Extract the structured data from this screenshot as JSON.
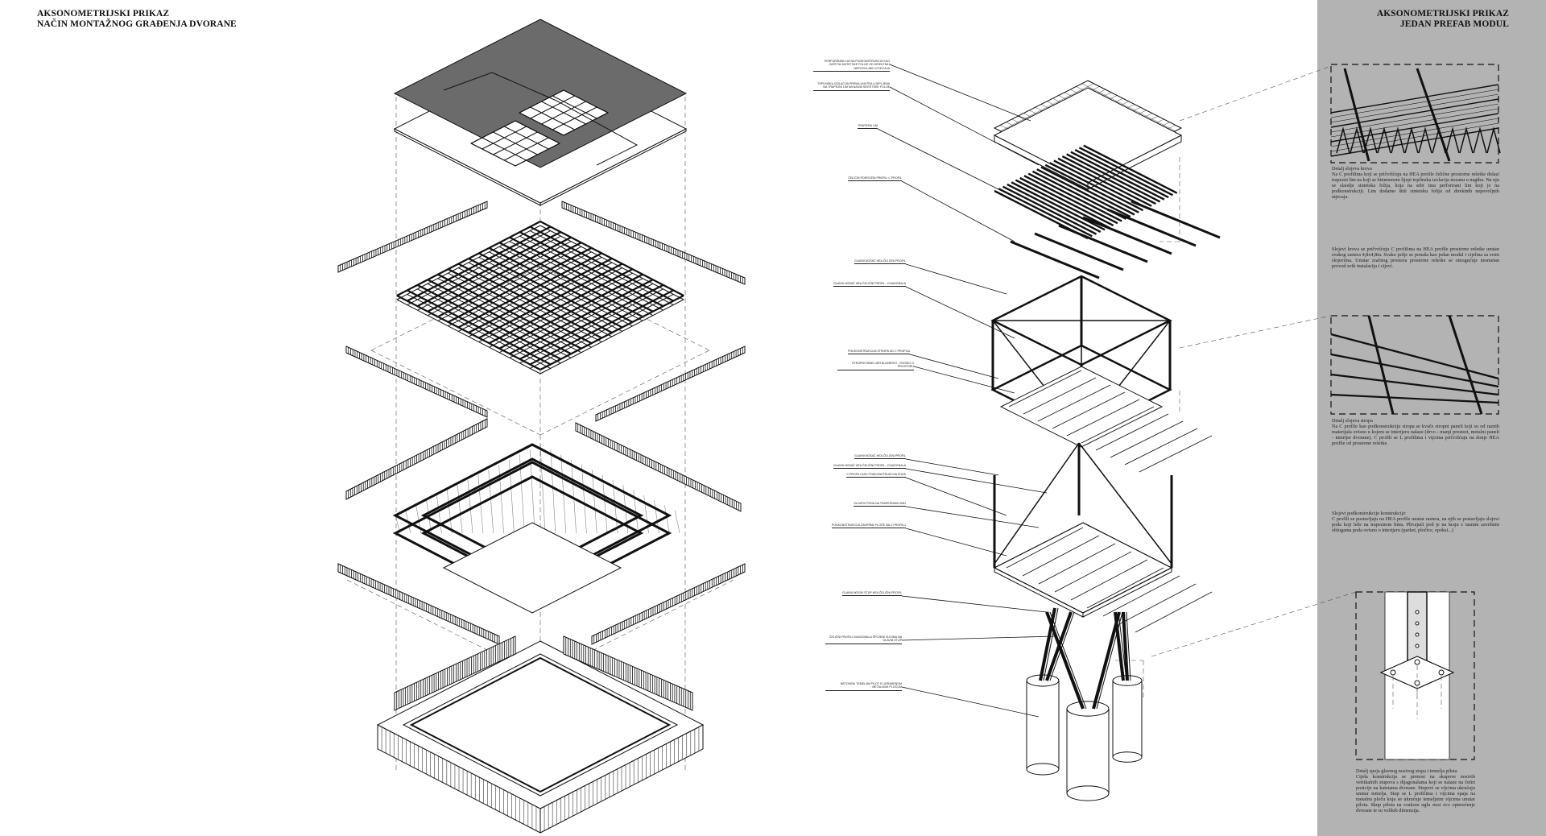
{
  "left_sheet": {
    "title_line1": "AKSONOMETRIJSKI PRIKAZ",
    "title_line2": "NAČIN MONTAŽNOG GRAĐENJA DVORANE"
  },
  "right_panel": {
    "title_line1": "AKSONOMETRIJSKI PRIKAZ",
    "title_line2": "JEDAN PREFAB MODUL",
    "notes": [
      {
        "heading": "Detalj slojeva krova",
        "body": "Na C profilima koji se pričvršćuju na HEA profile čelične prostorne rešetke dolazi trapezni lim na koji se bitumenom lijepi toplinska izolacija nozanu u nagibu. Na nju se slaodje sintetska folija, koja na sebi ima perforirani lim koji je na podkonstrukciji. Lim dodatno štiti sintetsku foliju od direktnih nepovoljnih utjecaja."
      },
      {
        "heading": "",
        "body": "Slojevi krova se pričvršćuju C profilima na HEA profile prostorne rešetke unutar svakog rastera 4,8x4,8m. Svako polje se ponaša kao jedan modul i cijelina sa svim slojevima. Unutar zračnog prostora prostorne rešetke se omogućuje nesmetan provod svih instalacija i cijevi."
      },
      {
        "heading": "Detalj slojeva stropa",
        "body": "Na C profile kao podkonstrukciju stropa se kvače stropni paneli koji su od raznih materijala ovisno u kojem se interijeru nalaze (drvo - manji prostori, metalni paneli - interijer dvorane). C profili se L profilima i vijcima pričvršćuju na donje HEA profile od prostorne rešetke."
      },
      {
        "heading": "Slojevi podkonstrukcije konstrukcije:",
        "body": "C profili se postavljaju na HEA profile unutar rastera, na njih se postavljaju slojevi poda koji leže na trapeznom limu. Plivajući pod je na kraju s raznim završnim oblogama poda ovisno o interijeru (parket, pločice, epoksi...)"
      },
      {
        "heading": "Detalj spoja glavnog nosivog stupa i temelja pilota",
        "body": "Cijela konstrukcija se prenosi na skupove nosivih vertikalnih stupova s dijagonalama koji se nalaze na četiri pozicije na katetama dvorane. Stupovi se vijcima ukrućuju unutar temelja. Stup se L profilima i vijcima spaja na metalnu ploču koja se ukrućuje temeljnim vijcima unutar pilota. Skup pilota na svakom uglu nosi svo opterećenje dvorane te su velikih dimenzija."
      }
    ]
  },
  "module_labels": [
    "PERFORIRANI LIM NA PODKONSTRUKCIJI KAO ZAŠTITA SINTETSKE FOLIJE OD DIREKTNIH NEPOVOLJNIH UTJECAJA",
    "TOPLINSKA IZOLACIJA PREMA UNUTRA LIJEPLJENA NA TRAPEZNI LIM NA NAGIB SINTETSKE FOLIJE",
    "TRAPEZNI LIM",
    "ČELIČNI PODROŽNI PROFILI C PROFIL",
    "GLAVNI NOSAČ HEA ČELIČNI PROFIL",
    "GLAVNI NOSAČ HEA ČELIČNI PROFIL - DIJAGONALA",
    "PODKONSTRUKCIJA STROPA OD C PROFILA",
    "STROPNI PANEL METALNI/DRVO - OVISNO O PROSTORU",
    "GLAVNI NOSAČ HEA ČELIČNI PROFIL",
    "GLAVNI NOSAČ HEA ČELIČNI PROFIL - DIJAGONALA",
    "C PROFILI KAO PODKONSTRUKCIJA PODA",
    "SLOJEVI PODA NA TRAPEZNOM LIMU",
    "PODKONSTRUKCIJA ZAVRŠNE PLOČE NA C PROFILU",
    "GLAVNI NOSIVI STUP HEA ČELIČNI PROFIL",
    "ČELIČNI PROFILI DIJAGONALA SPOJENI VIJCIMA NA GLAVNI STUP",
    "BETONSKI TEMELJNI PILOT S UGRAĐENOM METALNOM PLOČOM"
  ],
  "colors": {
    "panel": "#b3b3b3",
    "roof": "#6b6b6b",
    "line": "#111111"
  }
}
